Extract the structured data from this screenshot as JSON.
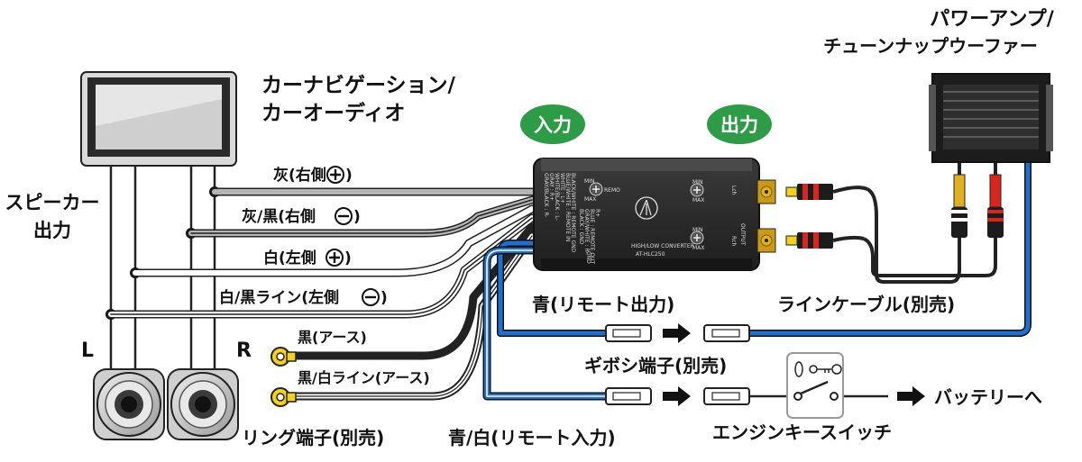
{
  "labels": {
    "head_unit_line1": "カーナビゲーション/",
    "head_unit_line2": "カーオーディオ",
    "amp_line1": "パワーアンプ/",
    "amp_line2": "チューンナップウーファー",
    "speaker_out_line1": "スピーカー",
    "speaker_out_line2": "出力",
    "input_badge": "入力",
    "output_badge": "出力",
    "wire_gray": "灰(右側",
    "wire_gray_black": "灰/黒(右側",
    "wire_white": "白(左側",
    "wire_white_black": "白/黒ライン(左側",
    "wire_black": "黒(アース)",
    "wire_black_white": "黒/白ライン(アース)",
    "ring_terminal": "リング端子(別売)",
    "wire_blue": "青(リモート出力)",
    "wire_blue_white": "青/白(リモート入力)",
    "line_cable": "ラインケーブル(別売)",
    "gibosi_terminal": "ギボシ端子(別売)",
    "engine_key_switch": "エンジンキースイッチ",
    "to_battery": "バッテリーへ",
    "close_paren": ")",
    "speaker_left": "L",
    "speaker_right": "R"
  },
  "converter": {
    "model": "AT-HLC250",
    "subtitle": "HIGH/LOW CONVERTER",
    "output_label": "OUTPUT",
    "ch_left": "Lch",
    "ch_right": "Rch",
    "min_label": "MIN",
    "max_label": "MAX",
    "remo_label": "REMO",
    "gnd_label": "GND",
    "wire_legend_left": [
      "GRAY/BLACK : R-",
      "GRAY : R+",
      "WHITE/BLACK : L-",
      "WHITE : L+",
      "BLUE/WHITE : REMOTE IN",
      "BLACK/WHITE : REMOTE GND"
    ],
    "wire_legend_right": [
      "BLACK : GND",
      "GRAY/WHITE : R-",
      "BLUE : REMOTE OUT",
      "R+"
    ]
  },
  "colors": {
    "badge_green": "#2e9c46",
    "wire_blue": "#1f6fd1",
    "ring_yellow": "#f2d21b",
    "rca_red": "#d8261f",
    "rca_gold": "#e0b020",
    "wire_gray": "#b5b5b5",
    "wire_dark": "#2a2a2a"
  }
}
